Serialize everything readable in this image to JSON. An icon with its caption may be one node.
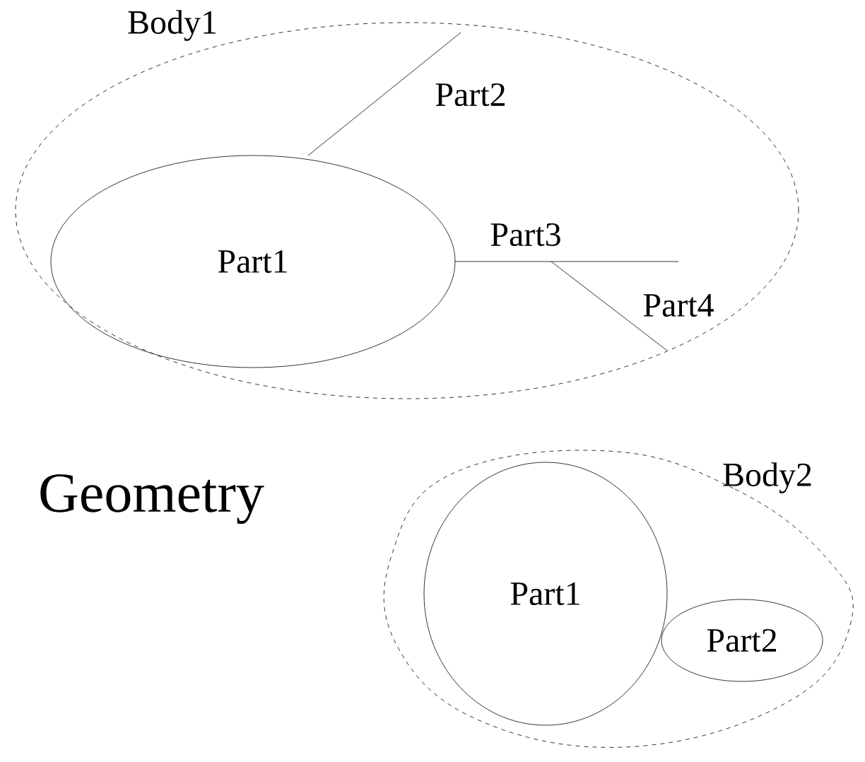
{
  "diagram": {
    "title": "Geometry",
    "nodes": [
      {
        "text": [
          "Body1"
        ]
      },
      {
        "text": [
          "Part1"
        ],
        "in": 0
      },
      {
        "text": [
          "Part2"
        ],
        "in": 0
      },
      {
        "text": [
          "Part3"
        ],
        "in": 0
      },
      {
        "text": [
          "Part4"
        ],
        "in": 0
      },
      {
        "text": [
          "Body2"
        ]
      },
      {
        "text": [
          "Part1"
        ],
        "in": 5
      },
      {
        "text": [
          "Part2"
        ],
        "in": 5
      }
    ]
  }
}
